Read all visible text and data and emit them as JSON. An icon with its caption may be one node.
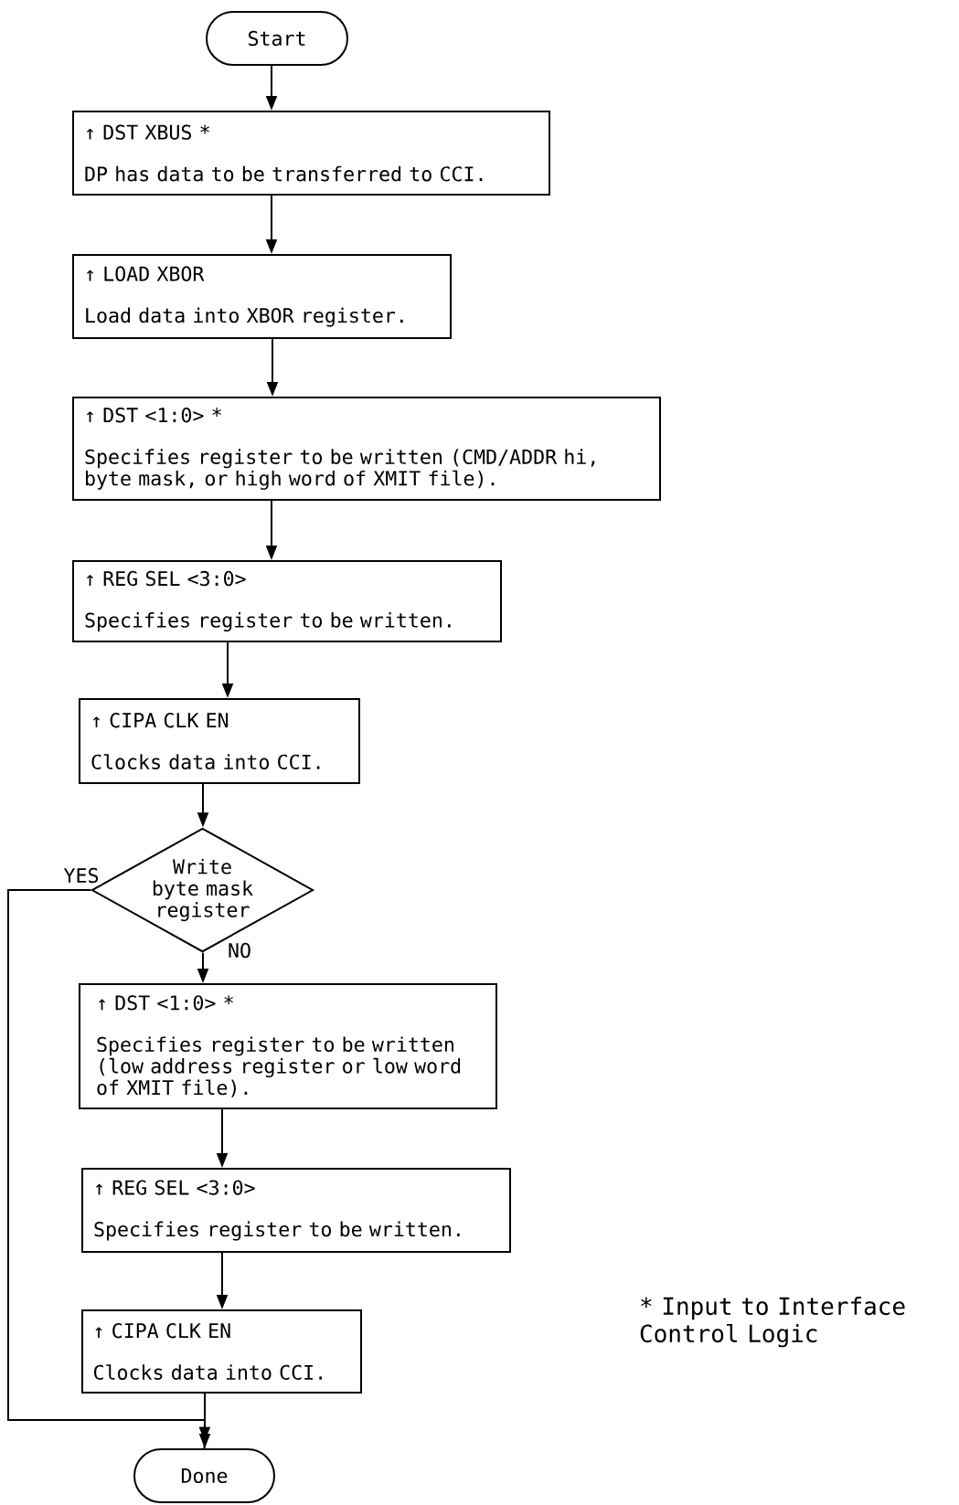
{
  "diagram": {
    "nodes": [
      {
        "text": [
          "Start"
        ]
      },
      {
        "text": [
          "↑ DST XBUS *",
          "DP has data to be transferred to CCI."
        ]
      },
      {
        "text": [
          "↑ LOAD XBOR",
          "Load data into XBOR register."
        ]
      },
      {
        "text": [
          "↑ DST <1:0> *",
          "Specifies register to be written (CMD/ADDR hi, byte mask, or high word of XMIT file)."
        ]
      },
      {
        "text": [
          "↑ REG SEL <3:0>",
          "Specifies register to be written."
        ]
      },
      {
        "text": [
          "↑ CIPA CLK EN",
          "Clocks data into CCI."
        ]
      },
      {
        "text": [
          "Write byte mask register"
        ]
      },
      {
        "text": [
          "↑ DST <1:0> *",
          "Specifies register to be written (low address register or low word of XMIT file)."
        ]
      },
      {
        "text": [
          "↑ REG SEL <3:0>",
          "Specifies register to be written."
        ]
      },
      {
        "text": [
          "↑ CIPA CLK EN",
          "Clocks data into CCI."
        ]
      },
      {
        "text": [
          "Done"
        ]
      }
    ],
    "edges": [
      {
        "from": 0,
        "to": 1,
        "arrow": "to"
      },
      {
        "from": 1,
        "to": 2,
        "arrow": "to"
      },
      {
        "from": 2,
        "to": 3,
        "arrow": "to"
      },
      {
        "from": 3,
        "to": 4,
        "arrow": "to"
      },
      {
        "from": 4,
        "to": 5,
        "arrow": "to"
      },
      {
        "from": 5,
        "to": 6,
        "arrow": "to"
      },
      {
        "from": 6,
        "to": 7,
        "arrow": "to",
        "label": "NO"
      },
      {
        "from": 7,
        "to": 8,
        "arrow": "to"
      },
      {
        "from": 8,
        "to": 9,
        "arrow": "to"
      },
      {
        "from": 9,
        "to": 10,
        "arrow": "to"
      },
      {
        "from": 6,
        "to": 10,
        "arrow": "to",
        "label": "YES"
      }
    ],
    "labels": [
      "* Input to Interface Control Logic"
    ]
  }
}
